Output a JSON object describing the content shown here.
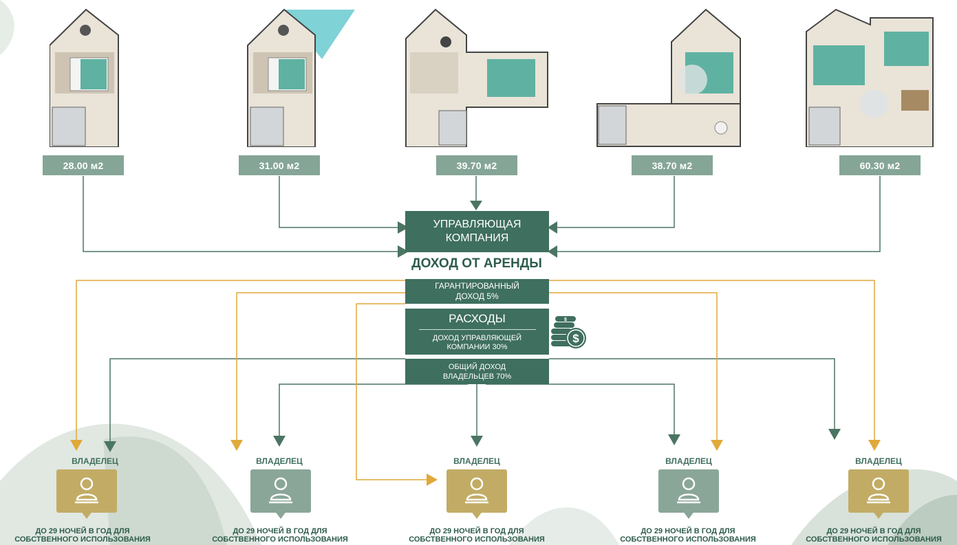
{
  "units": [
    {
      "area": "28.00 м2"
    },
    {
      "area": "31.00 м2"
    },
    {
      "area": "39.70 м2"
    },
    {
      "area": "38.70 м2"
    },
    {
      "area": "60.30 м2"
    }
  ],
  "management": {
    "line1": "УПРАВЛЯЮЩАЯ",
    "line2": "КОМПАНИЯ"
  },
  "income_title": "ДОХОД ОТ АРЕНДЫ",
  "guaranteed": {
    "line1": "ГАРАНТИРОВАННЫЙ",
    "line2": "ДОХОД 5%"
  },
  "expenses": {
    "title": "РАСХОДЫ",
    "line1": "ДОХОД УПРАВЛЯЮЩЕЙ",
    "line2": "КОМПАНИИ 30%"
  },
  "owners_income": {
    "line1": "ОБЩИЙ ДОХОД",
    "line2": "ВЛАДЕЛЬЦЕВ 70%"
  },
  "owners": [
    {
      "label": "ВЛАДЕЛЕЦ",
      "note_line1": "ДО 29 НОЧЕЙ В ГОД ДЛЯ",
      "note_line2": "СОБСТВЕННОГО ИСПОЛЬЗОВАНИЯ",
      "style": "gold"
    },
    {
      "label": "ВЛАДЕЛЕЦ",
      "note_line1": "ДО 29 НОЧЕЙ В ГОД ДЛЯ",
      "note_line2": "СОБСТВЕННОГО ИСПОЛЬЗОВАНИЯ",
      "style": "sage"
    },
    {
      "label": "ВЛАДЕЛЕЦ",
      "note_line1": "ДО 29 НОЧЕЙ В ГОД ДЛЯ",
      "note_line2": "СОБСТВЕННОГО ИСПОЛЬЗОВАНИЯ",
      "style": "gold"
    },
    {
      "label": "ВЛАДЕЛЕЦ",
      "note_line1": "ДО 29 НОЧЕЙ В ГОД ДЛЯ",
      "note_line2": "СОБСТВЕННОГО ИСПОЛЬЗОВАНИЯ",
      "style": "sage"
    },
    {
      "label": "ВЛАДЕЛЕЦ",
      "note_line1": "ДО 29 НОЧЕЙ В ГОД ДЛЯ",
      "note_line2": "СОБСТВЕННОГО ИСПОЛЬЗОВАНИЯ",
      "style": "gold"
    }
  ],
  "colors": {
    "dark_green": "#3f6f5e",
    "sage": "#85a597",
    "gold": "#c2ac65",
    "gold_line": "#e0a93a",
    "green_line": "#4b7563"
  },
  "icons": [
    "floor-plan-image",
    "user-icon",
    "coins-dollar-icon",
    "leaf-decoration"
  ]
}
